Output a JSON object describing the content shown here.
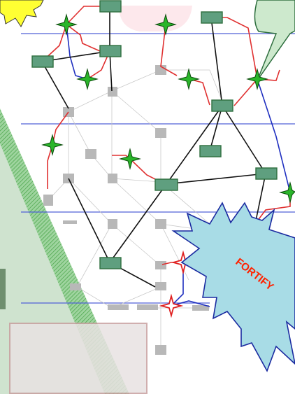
{
  "callout": {
    "text": "FORTIFY"
  },
  "colors": {
    "node_fill": "#5f9f7f",
    "node_stroke": "#2f6f3f",
    "link_red": "#e03030",
    "link_blue": "#2030c0",
    "link_black": "#111111",
    "star_green": "#2ab52a",
    "star_red": "#e02020",
    "band_line": "#5060d8",
    "sun": "#ffff33",
    "speech_bubble": "#cde9cd",
    "burst_fill": "#a8dce6",
    "burst_stroke": "#1a2aa0",
    "hatch": "#7ac27a"
  },
  "icons": [
    "sun-shape",
    "speech-bubble",
    "explosion-burst",
    "green-star-icon",
    "red-star-icon"
  ]
}
